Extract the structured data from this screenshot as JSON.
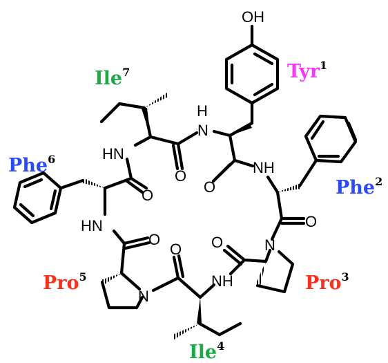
{
  "atoms": {
    "oh": "OH",
    "nh_tyr_top": "H",
    "nh_tyr_bottom": "N",
    "nh_phe2": "NH",
    "o_ile7": "O",
    "o_tyr": "O",
    "hn_ile7": "HN",
    "o_phe6": "O",
    "hn_phe6": "HN",
    "o_pro5": "O",
    "o_phe2": "O",
    "n_pro3": "N",
    "o_pro3": "O",
    "o_ile4": "O",
    "nh_ile4": "NH",
    "n_pro5": "N"
  },
  "residues": {
    "tyr1": {
      "name": "Tyr",
      "index": "1",
      "color": "#f23cf2"
    },
    "phe2": {
      "name": "Phe",
      "index": "2",
      "color": "#2b4cf0"
    },
    "pro3": {
      "name": "Pro",
      "index": "3",
      "color": "#f0341f"
    },
    "ile4": {
      "name": "Ile",
      "index": "4",
      "color": "#1ea84a"
    },
    "pro5": {
      "name": "Pro",
      "index": "5",
      "color": "#f0341f"
    },
    "phe6": {
      "name": "Phe",
      "index": "6",
      "color": "#2b4cf0"
    },
    "ile7": {
      "name": "Ile",
      "index": "7",
      "color": "#1ea84a"
    }
  }
}
